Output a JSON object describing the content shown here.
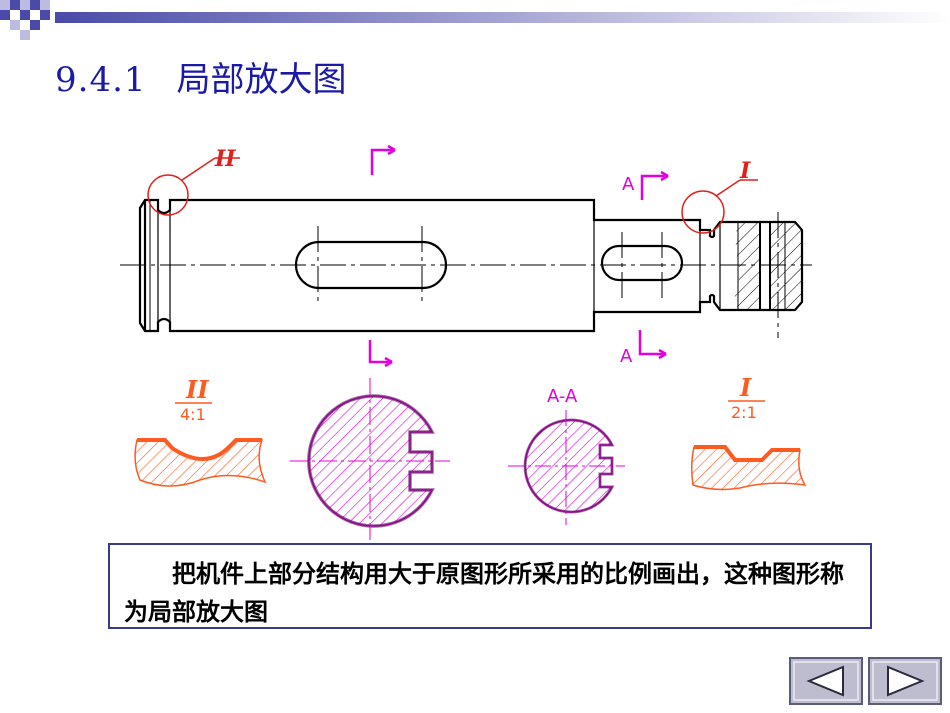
{
  "header": {
    "section_number": "9.4.1",
    "title": "局部放大图"
  },
  "drawing": {
    "marks": {
      "detail_ii": "II",
      "detail_i": "I",
      "section_a_top": "A",
      "section_a_bottom": "A"
    },
    "details": {
      "ii_label": "II",
      "ii_scale": "4:1",
      "aa_label": "A-A",
      "i_label": "I",
      "i_scale": "2:1"
    },
    "colors": {
      "outline": "#000000",
      "magenta": "#e000e0",
      "orange": "#ff5a1f",
      "red": "#e0201a"
    }
  },
  "description": {
    "text": "把机件上部分结构用大于原图形所采用的比例画出，这种图形称为局部放大图"
  },
  "nav": {
    "prev_icon": "triangle-left-icon",
    "next_icon": "triangle-right-icon"
  }
}
